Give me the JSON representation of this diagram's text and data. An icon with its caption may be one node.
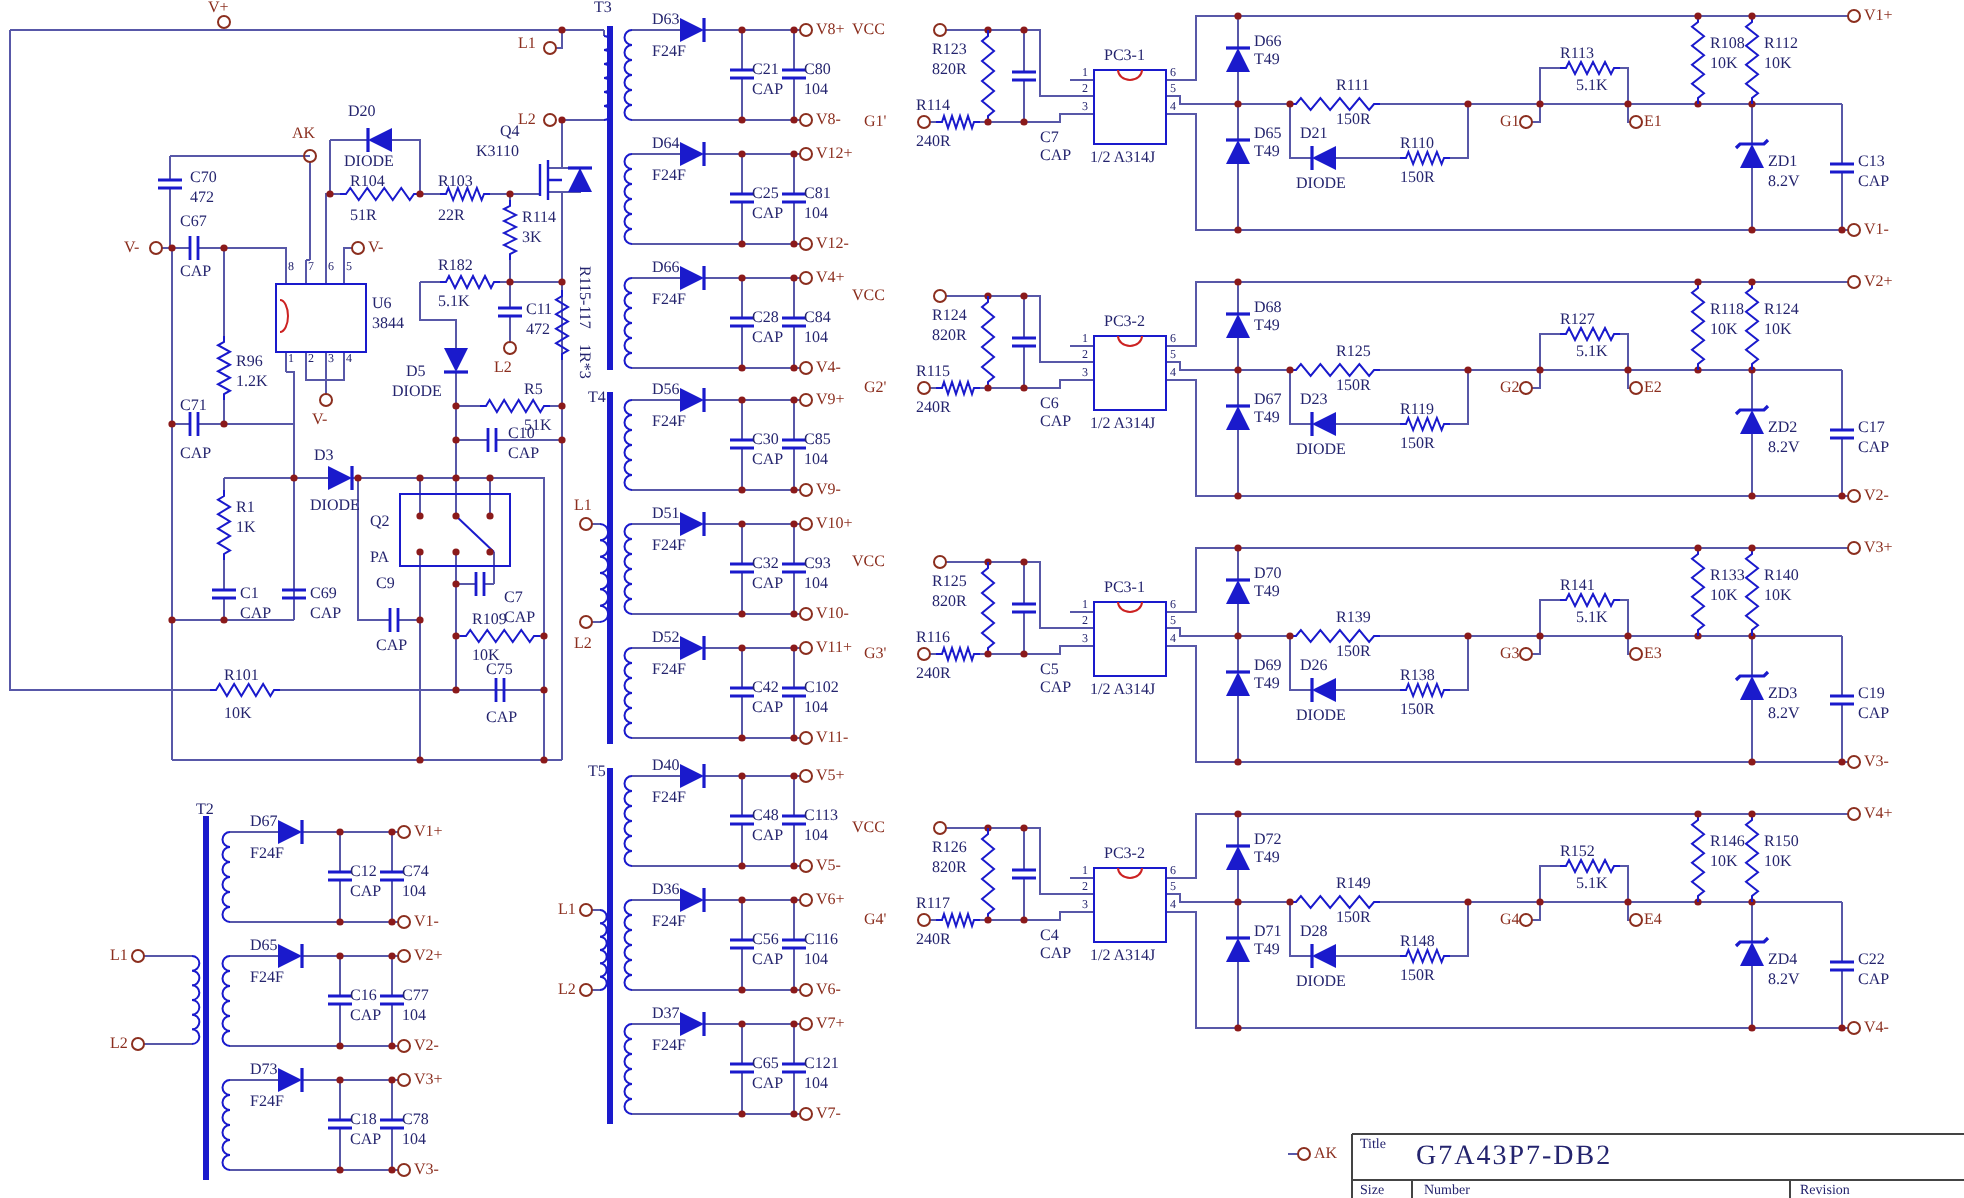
{
  "diagram": {
    "labels": [
      "V+",
      "L1",
      "L2",
      "T3",
      "D20",
      "DIODE",
      "AK",
      "C70",
      "472",
      "R104",
      "51R",
      "R103",
      "22R",
      "Q4",
      "K3110",
      "V-",
      "C67",
      "CAP",
      "8",
      "7",
      "6",
      "5",
      "V-",
      "R114",
      "3K",
      "R182",
      "U6",
      "5.1K",
      "C11",
      "3844",
      "472",
      "L2",
      "R115-117",
      "1R*3",
      "1",
      "2",
      "3",
      "4",
      "R96",
      "1.2K",
      "V-",
      "D5",
      "DIODE",
      "R5",
      "51K",
      "T4",
      "C71",
      "C10",
      "CAP",
      "D3",
      "CAP",
      "DIODE",
      "L1",
      "L2",
      "Q2",
      "PA",
      "R1",
      "1K",
      "C1",
      "CAP",
      "C69",
      "CAP",
      "C9",
      "CAP",
      "C7",
      "CAP",
      "R109",
      "10K",
      "C75",
      "CAP",
      "R101",
      "10K",
      "T5",
      "D63",
      "F24F",
      "C21",
      "CAP",
      "C80",
      "104",
      "V8+",
      "V8-",
      "D64",
      "F24F",
      "C25",
      "CAP",
      "C81",
      "104",
      "V12+",
      "V12-",
      "D66",
      "F24F",
      "C28",
      "CAP",
      "C84",
      "104",
      "V4+",
      "V4-",
      "D56",
      "F24F",
      "C30",
      "CAP",
      "C85",
      "104",
      "V9+",
      "V9-",
      "D51",
      "F24F",
      "C32",
      "CAP",
      "C93",
      "104",
      "V10+",
      "V10-",
      "D52",
      "F24F",
      "C42",
      "CAP",
      "C102",
      "104",
      "V11+",
      "V11-",
      "L1",
      "L2",
      "D40",
      "F24F",
      "C48",
      "CAP",
      "C113",
      "104",
      "V5+",
      "V5-",
      "D36",
      "F24F",
      "C56",
      "CAP",
      "C116",
      "104",
      "V6+",
      "V6-",
      "D37",
      "F24F",
      "C65",
      "CAP",
      "C121",
      "104",
      "V7+",
      "V7-",
      "T2",
      "L1",
      "L2",
      "D67",
      "F24F",
      "C12",
      "CAP",
      "C74",
      "104",
      "V1+",
      "V1-",
      "D65",
      "F24F",
      "C16",
      "CAP",
      "C77",
      "104",
      "V2+",
      "V2-",
      "D73",
      "F24F",
      "C18",
      "CAP",
      "C78",
      "104",
      "V3+",
      "V3-",
      "VCC",
      "R123",
      "820R",
      "G1'",
      "R114",
      "240R",
      "C7",
      "CAP",
      "PC3-1",
      "1",
      "2",
      "3",
      "6",
      "5",
      "4",
      "1/2 A314J",
      "D66",
      "T49",
      "D65",
      "T49",
      "R111",
      "150R",
      "D21",
      "DIODE",
      "R110",
      "150R",
      "G1",
      "R113",
      "5.1K",
      "E1",
      "R108",
      "10K",
      "R112",
      "10K",
      "ZD1",
      "8.2V",
      "C13",
      "CAP",
      "V1+",
      "V1-",
      "VCC",
      "R124",
      "820R",
      "G2'",
      "R115",
      "240R",
      "C6",
      "CAP",
      "PC3-2",
      "1",
      "2",
      "3",
      "6",
      "5",
      "4",
      "1/2 A314J",
      "D68",
      "T49",
      "D67",
      "T49",
      "R125",
      "150R",
      "D23",
      "DIODE",
      "R119",
      "150R",
      "G2",
      "R127",
      "5.1K",
      "E2",
      "R118",
      "10K",
      "R124",
      "10K",
      "ZD2",
      "8.2V",
      "C17",
      "CAP",
      "V2+",
      "V2-",
      "VCC",
      "R125",
      "820R",
      "G3'",
      "R116",
      "240R",
      "C5",
      "CAP",
      "PC3-1",
      "1",
      "2",
      "3",
      "6",
      "5",
      "4",
      "1/2 A314J",
      "D70",
      "T49",
      "D69",
      "T49",
      "R139",
      "150R",
      "D26",
      "DIODE",
      "R138",
      "150R",
      "G3",
      "R141",
      "5.1K",
      "E3",
      "R133",
      "10K",
      "R140",
      "10K",
      "ZD3",
      "8.2V",
      "C19",
      "CAP",
      "V3+",
      "V3-",
      "VCC",
      "R126",
      "820R",
      "G4'",
      "R117",
      "240R",
      "C4",
      "CAP",
      "PC3-2",
      "1",
      "2",
      "3",
      "6",
      "5",
      "4",
      "1/2 A314J",
      "D72",
      "T49",
      "D71",
      "T49",
      "R149",
      "150R",
      "D28",
      "DIODE",
      "R148",
      "150R",
      "G4",
      "R152",
      "5.1K",
      "E4",
      "R146",
      "10K",
      "R150",
      "10K",
      "ZD4",
      "8.2V",
      "C22",
      "CAP",
      "V4+",
      "V4-",
      "AK",
      "Title",
      "G7A43P7-DB2",
      "Size",
      "Number",
      "Revision"
    ]
  }
}
